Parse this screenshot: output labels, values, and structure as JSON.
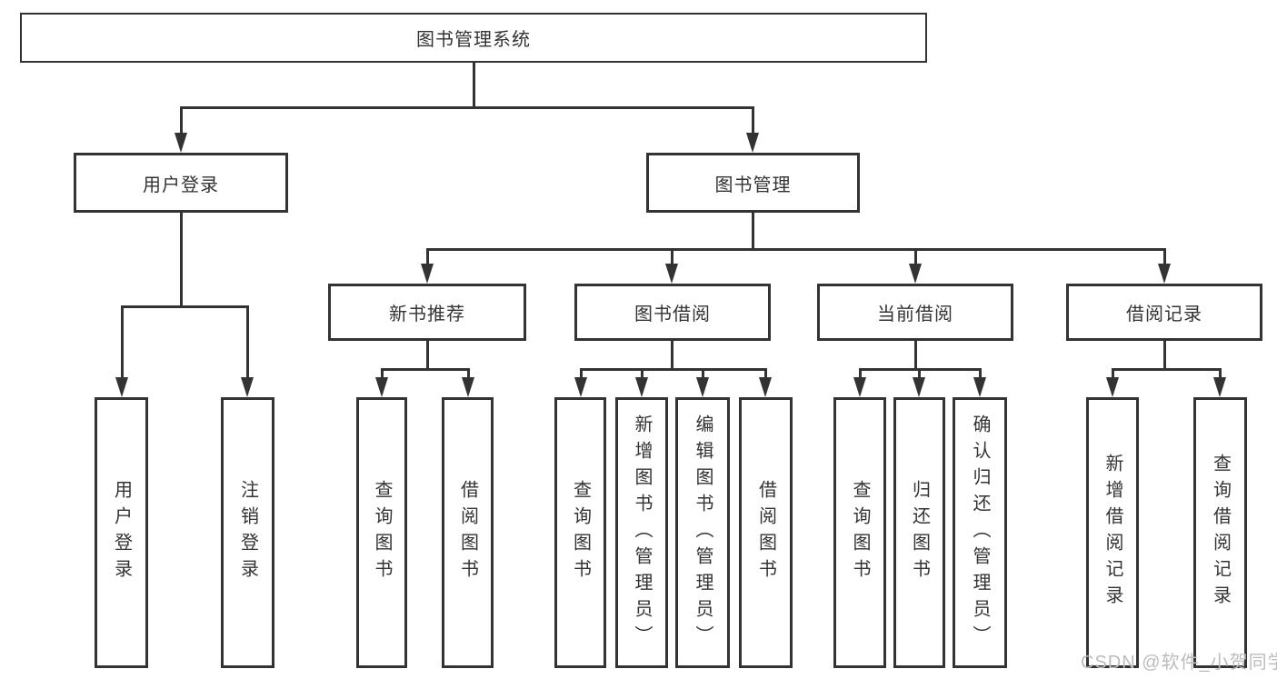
{
  "title": "图书管理系统",
  "colors": {
    "background": "#ffffff",
    "box_background": "#ffffff",
    "line": "#333333",
    "border": "#333333",
    "text": "#333333",
    "watermark": "#bcbcbc"
  },
  "nodes": {
    "root": {
      "label": "图书管理系统"
    },
    "level2": [
      {
        "label": "用户登录"
      },
      {
        "label": "图书管理"
      }
    ],
    "level3": [
      {
        "label": "新书推荐",
        "parent": "图书管理"
      },
      {
        "label": "图书借阅",
        "parent": "图书管理"
      },
      {
        "label": "当前借阅",
        "parent": "图书管理"
      },
      {
        "label": "借阅记录",
        "parent": "图书管理"
      }
    ],
    "level4": [
      {
        "label": "用户登录",
        "parent": "用户登录"
      },
      {
        "label": "注销登录",
        "parent": "用户登录"
      },
      {
        "label": "查询图书",
        "parent": "新书推荐"
      },
      {
        "label": "借阅图书",
        "parent": "新书推荐"
      },
      {
        "label": "查询图书",
        "parent": "图书借阅"
      },
      {
        "label": "新增图书（管理员）",
        "parent": "图书借阅"
      },
      {
        "label": "编辑图书（管理员）",
        "parent": "图书借阅"
      },
      {
        "label": "借阅图书",
        "parent": "图书借阅"
      },
      {
        "label": "查询图书",
        "parent": "当前借阅"
      },
      {
        "label": "归还图书",
        "parent": "当前借阅"
      },
      {
        "label": "确认归还（管理员）",
        "parent": "当前借阅"
      },
      {
        "label": "新增借阅记录",
        "parent": "借阅记录"
      },
      {
        "label": "查询借阅记录",
        "parent": "借阅记录"
      }
    ]
  },
  "watermark": {
    "text": "CSDN @软件_小贺同学"
  }
}
